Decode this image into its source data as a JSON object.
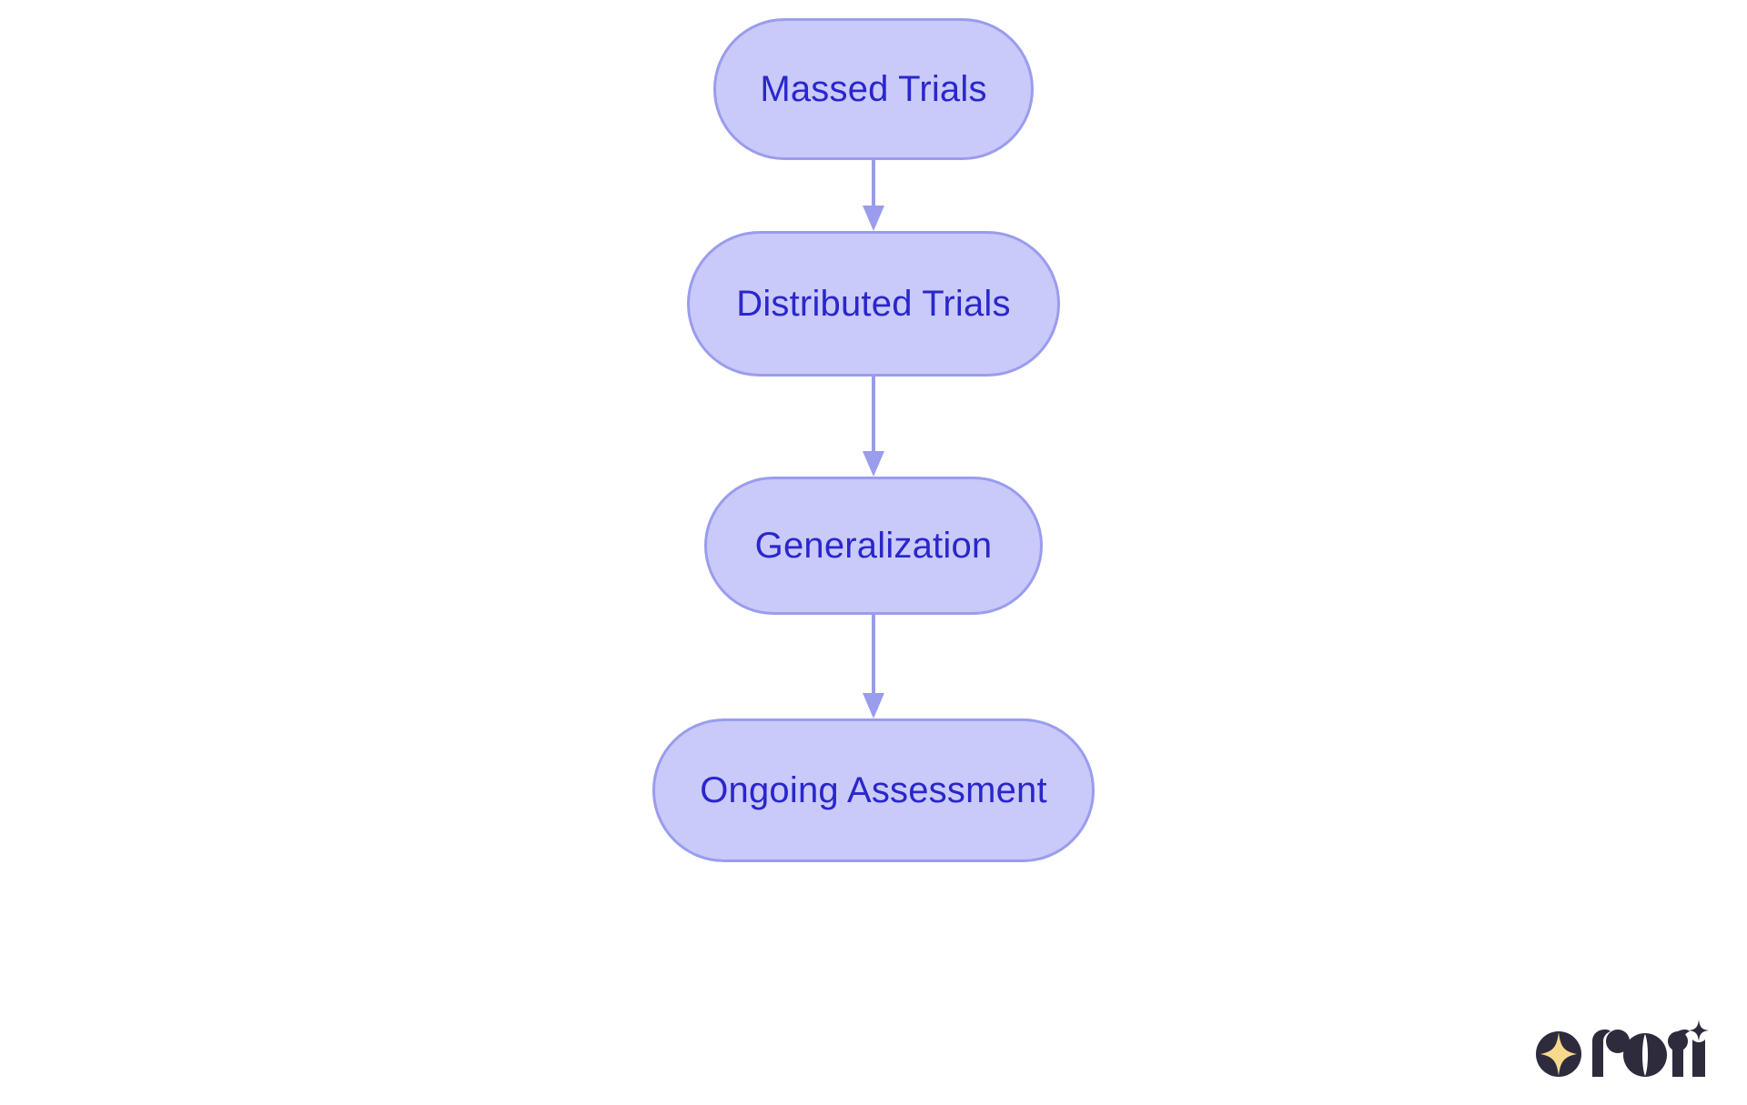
{
  "diagram": {
    "type": "flowchart",
    "orientation": "vertical",
    "background_color": "#ffffff",
    "node_fill_color": "#c9caf9",
    "node_border_color": "#9a9cee",
    "node_text_color": "#2a26cc",
    "connector_color": "#9a9cee",
    "nodes": [
      {
        "id": "massed-trials",
        "label": "Massed Trials"
      },
      {
        "id": "distributed-trials",
        "label": "Distributed Trials"
      },
      {
        "id": "generalization",
        "label": "Generalization"
      },
      {
        "id": "ongoing-assessment",
        "label": "Ongoing Assessment"
      }
    ],
    "connectors": [
      {
        "from": "massed-trials",
        "to": "distributed-trials",
        "arrow": "down-arrow"
      },
      {
        "from": "distributed-trials",
        "to": "generalization",
        "arrow": "down-arrow"
      },
      {
        "from": "generalization",
        "to": "ongoing-assessment",
        "arrow": "down-arrow"
      }
    ]
  },
  "branding": {
    "name": "rori",
    "mark_color": "#2e2b3d",
    "star_color": "#f7d98b"
  }
}
